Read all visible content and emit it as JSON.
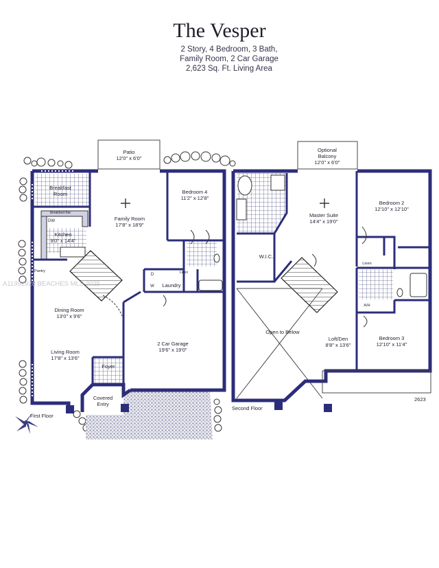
{
  "header": {
    "title": "The Vesper",
    "line1": "2 Story, 4 Bedroom, 3 Bath,",
    "line2": "Family Room, 2 Car Garage",
    "line3": "2,623 Sq. Ft. Living Area"
  },
  "first_floor": {
    "label": "First Floor",
    "patio": {
      "name": "Patio",
      "size": "12'0\" x 6'0\""
    },
    "breakfast": {
      "name1": "Breakfast",
      "name2": "Room"
    },
    "breakfast_bar": "Breakfast Bar",
    "dw": "DW",
    "kitchen": {
      "name": "Kitchen",
      "size": "9'0\" x 14'4\""
    },
    "pantry": "Pantry",
    "family_room": {
      "name": "Family Room",
      "size": "17'8\" x 18'9\""
    },
    "bedroom4": {
      "name": "Bedroom 4",
      "size": "11'2\" x 12'8\""
    },
    "laundry": "Laundry",
    "linen": "Linen",
    "d": "D",
    "w": "W",
    "dining_room": {
      "name": "Dining Room",
      "size": "13'0\" x 9'6\""
    },
    "living_room": {
      "name": "Living Room",
      "size": "17'8\" x 13'6\""
    },
    "foyer": "Foyer",
    "covered_entry": {
      "name1": "Covered",
      "name2": "Entry"
    },
    "garage": {
      "name": "2 Car Garage",
      "size": "19'6\" x 19'0\""
    }
  },
  "second_floor": {
    "label": "Second Floor",
    "balcony": {
      "name1": "Optional",
      "name2": "Balcony",
      "size": "12'0\" x 6'0\""
    },
    "master": {
      "name": "Master Suite",
      "size": "14'4\" x 19'0\""
    },
    "wic": "W.I.C.",
    "bedroom2": {
      "name": "Bedroom 2",
      "size": "12'10\" x 12'10\""
    },
    "linen": "Linen",
    "ah": "A/H",
    "open_below": "Open to Below",
    "loft": {
      "name": "Loft/Den",
      "size": "8'8\" x 13'6\""
    },
    "bedroom3": {
      "name": "Bedroom 3",
      "size": "12'10\" x 11'4\""
    },
    "plan_number": "2623"
  },
  "watermark": "A11992928 BEACHES MLS 2025",
  "colors": {
    "wall": "#2c2d7a",
    "floor_tile": "#6a6c9c",
    "text": "#222233"
  }
}
